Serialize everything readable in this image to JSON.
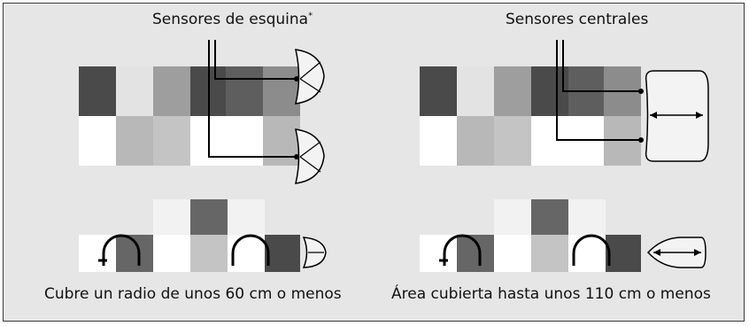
{
  "title_left": "Sensores de esquina",
  "title_left_mark": "*",
  "title_right": "Sensores centrales",
  "caption_left": "Cubre un radio de unos 60 cm o menos",
  "caption_right": "Área cubierta hasta unos 110 cm o menos"
}
